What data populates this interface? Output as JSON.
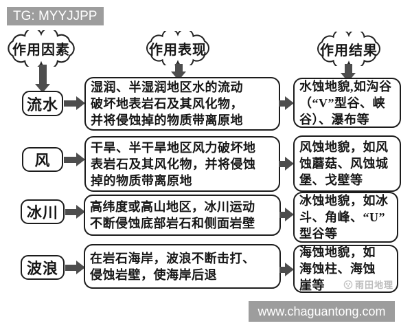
{
  "header": {
    "tg_label": "TG: MYYJJPP"
  },
  "columns": [
    "作用因素",
    "作用表现",
    "作用结果"
  ],
  "rows": [
    {
      "factor": "流水",
      "manifestation": "湿润、半湿润地区水的流动\n破坏地表岩石及其风化物，\n并将侵蚀掉的物质带离原地",
      "result": "水蚀地貌,如沟谷\n（“V”型谷、峡\n谷）、瀑布等"
    },
    {
      "factor": "风",
      "manifestation": "干旱、半干旱地区风力破坏地\n表岩石及其风化物，并将侵蚀\n掉的物质带离原地",
      "result": "风蚀地貌，如风\n蚀蘑菇、风蚀城\n堡、戈壁等"
    },
    {
      "factor": "冰川",
      "manifestation": "高纬度或高山地区，冰川运动\n不断侵蚀底部岩石和侧面岩壁",
      "result": "冰蚀地貌，如冰\n斗、角峰、“U”\n型谷等"
    },
    {
      "factor": "波浪",
      "manifestation": "在岩石海岸，波浪不断击打、\n侵蚀岩壁，使海岸后退",
      "result": "海蚀地貌，如\n海蚀柱、海蚀\n崖等"
    }
  ],
  "watermark": {
    "logo_label": "雨田地理",
    "site_url": "www.chaguantong.com"
  },
  "colors": {
    "bar_gray": "#9d9d9d",
    "arrow_gray": "#4d4d4d",
    "ink_black": "#1c1c1c",
    "watermark_gray": "#bcbcbc"
  }
}
